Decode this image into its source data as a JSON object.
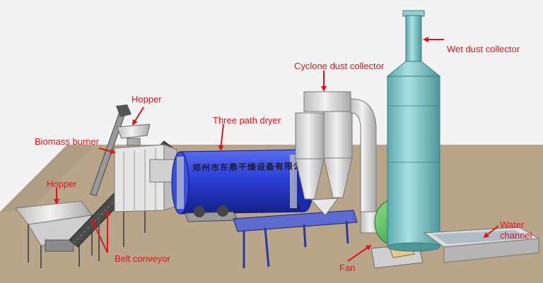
{
  "labels": {
    "hopper_top": "Hopper",
    "biomass_burner": "Biomass burner",
    "hopper_left": "Hopper",
    "three_path_dryer": "Three path dryer",
    "cyclone_dust_collector": "Cyclone dust collector",
    "wet_dust_collector": "Wet dust collector",
    "water_channel": "Water channel",
    "fan": "Fan",
    "belt_conveyor": "Belt conveyor"
  },
  "dryer_inscription": "郑州市东鼎干燥设备有限公司",
  "colors": {
    "label_text": "#e0141b",
    "arrow": "#e0141b",
    "ground": "#b9a58a",
    "dryer_drum": "#2a3fd6",
    "scrubber_tower": "#7fc7c9",
    "fan": "#3fb24a",
    "steel": "#d9d9d9"
  }
}
